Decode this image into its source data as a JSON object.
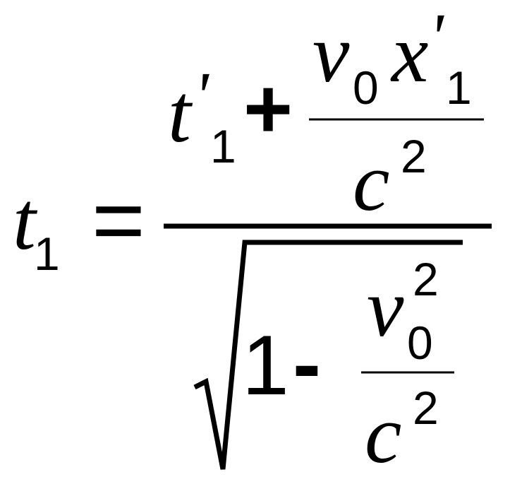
{
  "formula": {
    "lhs": {
      "var": "t",
      "sub": "1"
    },
    "equals": "=",
    "numerator": {
      "term1": {
        "var": "t",
        "prime": "'",
        "sub": "1"
      },
      "plus": "+",
      "fraction": {
        "num_v": "v",
        "num_v_sub": "0",
        "num_x": "x",
        "num_x_prime": "'",
        "num_x_sub": "1",
        "den_c": "c",
        "den_c_sup": "2"
      }
    },
    "denominator": {
      "one": "1",
      "minus": "-",
      "fraction": {
        "num_v": "v",
        "num_v_sup": "2",
        "num_v_sub": "0",
        "den_c": "c",
        "den_c_sup": "2"
      }
    }
  }
}
